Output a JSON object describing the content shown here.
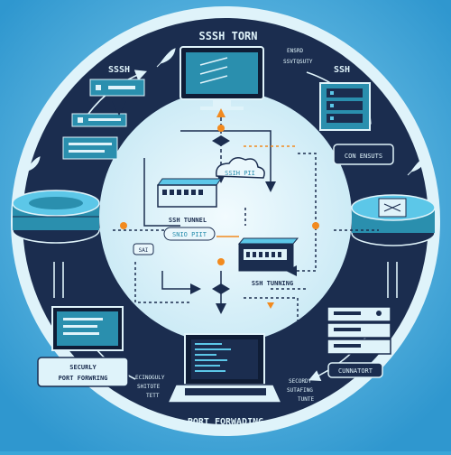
{
  "diagram": {
    "title": "SSSH TORN",
    "labels": {
      "ssh_left": "SSSH",
      "ssh_right": "SSH",
      "top_right_note_1": "ENSRD",
      "top_right_note_2": "SSVTQSUTY",
      "con_box": "CON ENSUTS",
      "cloud_label": "SSIH PII",
      "tunnel_label": "SSH TUNNEL",
      "pill_label": "SNIO PIIT",
      "tunnel_bottom": "SSH TUNNING",
      "node_left": "SAI",
      "panel_left_1": "SECURLY",
      "panel_left_2": "PORT FORWRING",
      "panel_right": "CUNNATORT",
      "bottom_left_1": "ECINOGULY",
      "bottom_left_2": "SHITOTE",
      "bottom_left_3": "TETT",
      "bottom_right_1": "SECORDY",
      "bottom_right_2": "SUTAFING",
      "bottom_right_3": "TUNTE",
      "footer": "PORT FORWADING"
    },
    "colors": {
      "navy": "#1b2d4f",
      "teal": "#2a8fae",
      "cyan": "#5cc7e8",
      "orange": "#f28a1e",
      "light": "#e8f6fb",
      "sky": "#3aa6d8"
    }
  }
}
